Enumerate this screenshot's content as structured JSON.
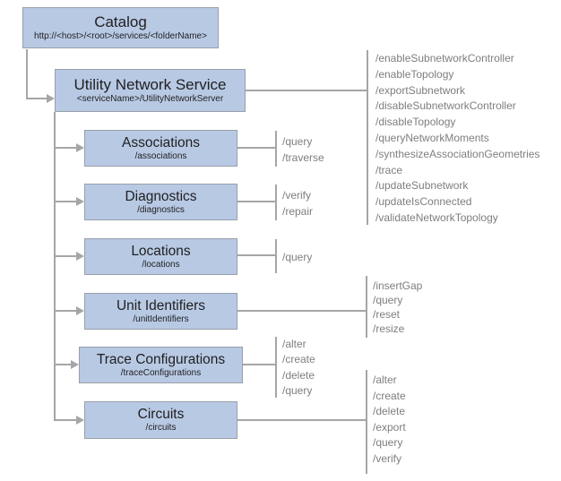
{
  "colors": {
    "node_fill": "#b8c9e4",
    "node_border": "#98a0a9",
    "connector": "#a6a6a6",
    "operation_text": "#7e7e7e",
    "node_text": "#1f1f1f"
  },
  "nodes": {
    "catalog": {
      "title": "Catalog",
      "subtitle": "http://<host>/<root>/services/<folderName>"
    },
    "utility_network_service": {
      "title": "Utility Network Service",
      "subtitle": "<serviceName>/UtilityNetworkServer",
      "operations": [
        "/enableSubnetworkController",
        "/enableTopology",
        "/exportSubnetwork",
        "/disableSubnetworkController",
        "/disableTopology",
        "/queryNetworkMoments",
        "/synthesizeAssociationGeometries",
        "/trace",
        "/updateSubnetwork",
        "/updateIsConnected",
        "/validateNetworkTopology"
      ]
    },
    "associations": {
      "title": "Associations",
      "subtitle": "/associations",
      "operations": [
        "/query",
        "/traverse"
      ]
    },
    "diagnostics": {
      "title": "Diagnostics",
      "subtitle": "/diagnostics",
      "operations": [
        "/verify",
        "/repair"
      ]
    },
    "locations": {
      "title": "Locations",
      "subtitle": "/locations",
      "operations": [
        "/query"
      ]
    },
    "unit_identifiers": {
      "title": "Unit Identifiers",
      "subtitle": "/unitIdentifiers",
      "operations": [
        "/insertGap",
        "/query",
        "/reset",
        "/resize"
      ]
    },
    "trace_configurations": {
      "title": "Trace Configurations",
      "subtitle": "/traceConfigurations",
      "operations": [
        "/alter",
        "/create",
        "/delete",
        "/query"
      ]
    },
    "circuits": {
      "title": "Circuits",
      "subtitle": "/circuits",
      "operations": [
        "/alter",
        "/create",
        "/delete",
        "/export",
        "/query",
        "/verify"
      ]
    }
  }
}
